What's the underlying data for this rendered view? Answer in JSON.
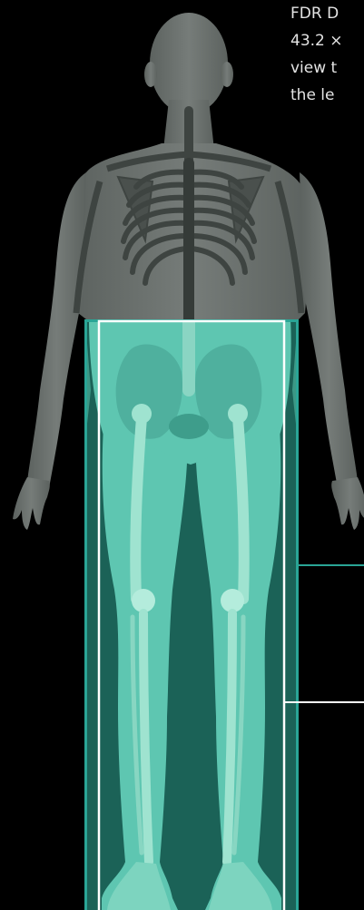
{
  "caption": {
    "lines": [
      "FDR D",
      "43.2 ×",
      "view t",
      "the le"
    ]
  },
  "colors": {
    "background": "#000000",
    "body_silhouette": "#6e7471",
    "skeleton": "#444a47",
    "coverage_fill": "#1b6257",
    "coverage_border": "#2aa596",
    "highlight_body": "#5ec6b1",
    "highlight_bone": "#9fe3d0",
    "inner_frame": "#ffffff",
    "connector_teal": "#2aa596",
    "connector_white": "#ffffff"
  },
  "regions": {
    "outer_field": "teal-coverage-area",
    "inner_field": "white-imaging-frame"
  }
}
